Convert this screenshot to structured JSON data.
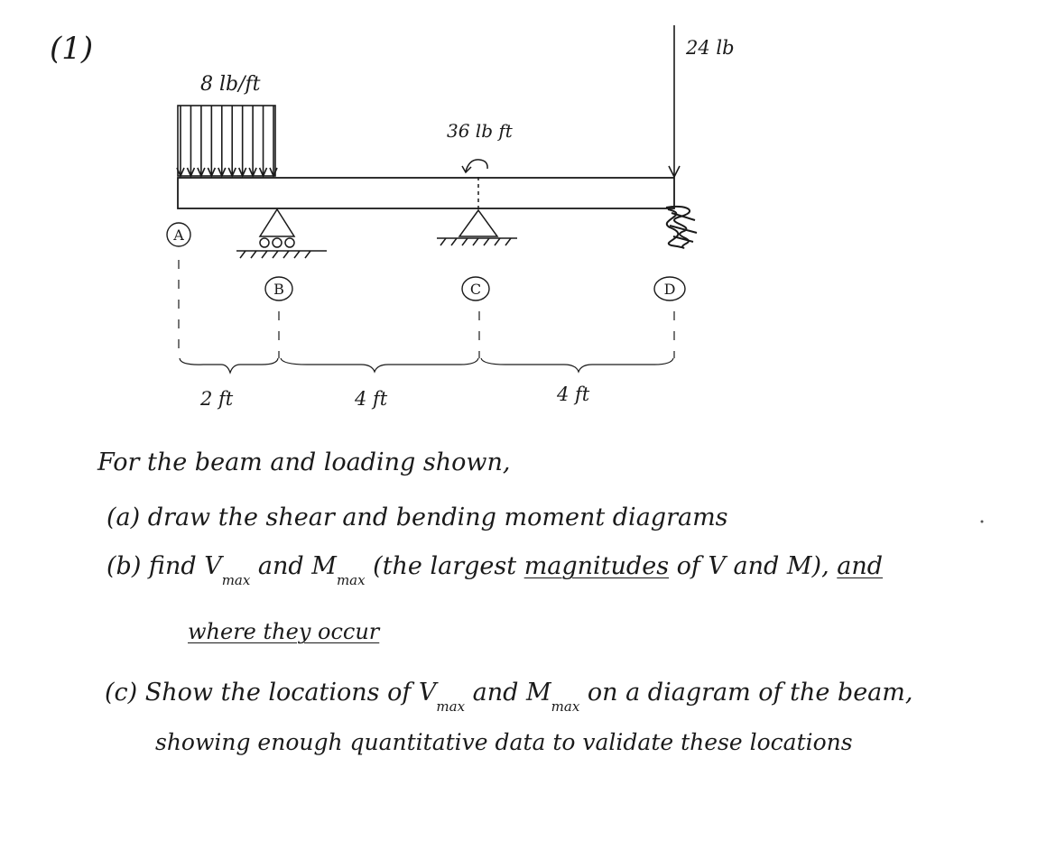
{
  "problem_number": "(1)",
  "diagram": {
    "distributed_load": "8 lb/ft",
    "moment_load": "36 lb ft",
    "point_load": "24 lb",
    "points": [
      "A",
      "B",
      "C",
      "D"
    ],
    "spans": [
      "2 ft",
      "4 ft",
      "4 ft"
    ]
  },
  "text": {
    "intro": "For the beam and loading shown,",
    "a": "(a) draw the shear and bending moment diagrams",
    "b_prefix": "(b) find V",
    "b_max1": "max",
    "b_and": " and M",
    "b_max2": "max",
    "b_paren": " (the largest ",
    "b_magnitudes": "magnitudes",
    "b_of": " of V and M), ",
    "b_and_end": "and",
    "b_where": "where they occur",
    "c_prefix": "(c) Show the locations of V",
    "c_max1": "max",
    "c_and": " and M",
    "c_max2": "max",
    "c_rest": " on a diagram of the beam,",
    "c_line2": "showing enough quantitative data to validate these locations"
  }
}
